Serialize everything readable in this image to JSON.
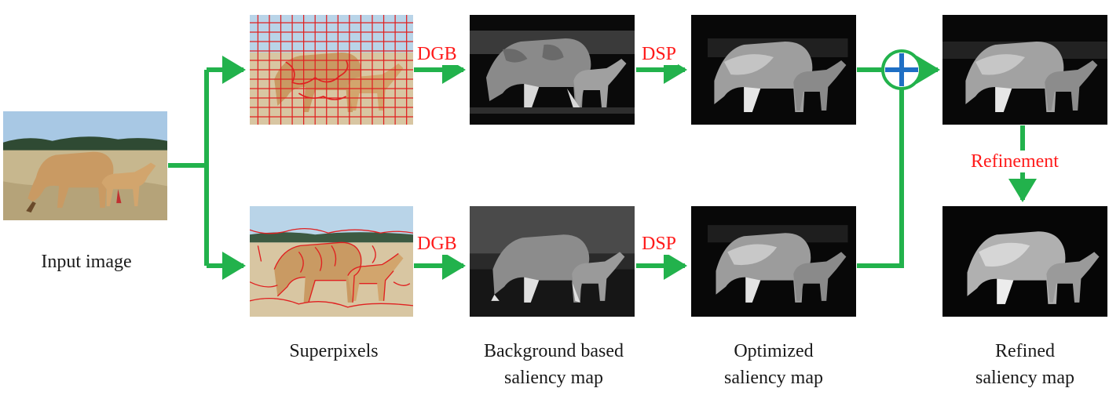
{
  "diagram": {
    "captions": {
      "input": "Input image",
      "superpixels": "Superpixels",
      "background_line1": "Background based",
      "background_line2": "saliency map",
      "optimized_line1": "Optimized",
      "optimized_line2": "saliency map",
      "refined_line1": "Refined",
      "refined_line2": "saliency map"
    },
    "edge_labels": {
      "dgb_top": "DGB",
      "dsp_top": "DSP",
      "dgb_bottom": "DGB",
      "dsp_bottom": "DSP",
      "refinement": "Refinement"
    },
    "colors": {
      "arrow": "#22b24c",
      "label": "#ff1a1a",
      "fusion_symbol": "#1f6fc4",
      "superpixel_boundary": "#e02020",
      "map_background": "#0a0a0a"
    },
    "icons": {
      "fusion": "circle-plus-icon"
    }
  }
}
